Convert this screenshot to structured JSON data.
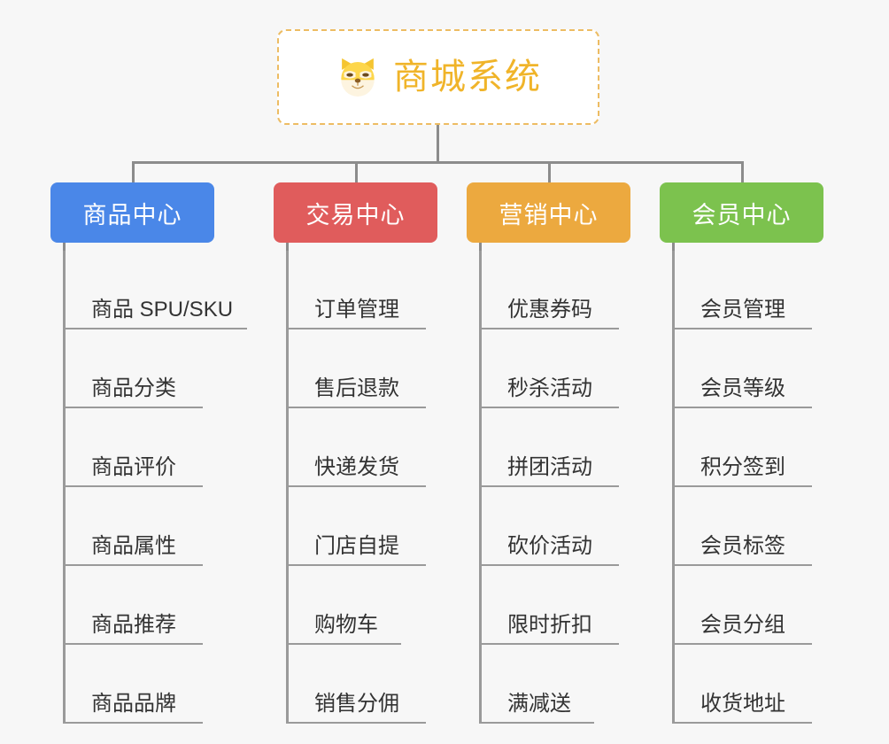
{
  "diagram": {
    "background_color": "#f7f7f7",
    "connector_color": "#8c8c8c",
    "root": {
      "icon": "shiba-dog-face-icon",
      "title": "商城系统",
      "title_color": "#f0b429",
      "border_color": "#edbc63",
      "background_color": "#ffffff"
    },
    "columns": [
      {
        "header": "商品中心",
        "color": "#4a87e8",
        "items": [
          "商品 SPU/SKU",
          "商品分类",
          "商品评价",
          "商品属性",
          "商品推荐",
          "商品品牌"
        ]
      },
      {
        "header": "交易中心",
        "color": "#e05c5c",
        "items": [
          "订单管理",
          "售后退款",
          "快递发货",
          "门店自提",
          "购物车",
          "销售分佣"
        ]
      },
      {
        "header": "营销中心",
        "color": "#eca93f",
        "items": [
          "优惠券码",
          "秒杀活动",
          "拼团活动",
          "砍价活动",
          "限时折扣",
          "满减送"
        ]
      },
      {
        "header": "会员中心",
        "color": "#7cc24e",
        "items": [
          "会员管理",
          "会员等级",
          "积分签到",
          "会员标签",
          "会员分组",
          "收货地址"
        ]
      }
    ]
  }
}
